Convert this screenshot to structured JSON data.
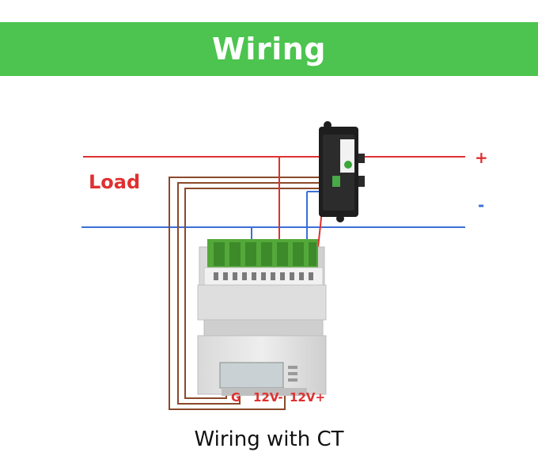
{
  "banner": {
    "title": "Wiring",
    "color": "#4cc44f"
  },
  "diagram": {
    "load_label": "Load",
    "plus_label": "+",
    "minus_label": "-",
    "terminal_labels": {
      "ground": "G",
      "minus12": "12V-",
      "plus12": "12V+"
    },
    "colors": {
      "positive": "#e03030",
      "negative": "#3a6fd8",
      "signal": "#8b4a2a"
    }
  },
  "caption": "Wiring with CT"
}
